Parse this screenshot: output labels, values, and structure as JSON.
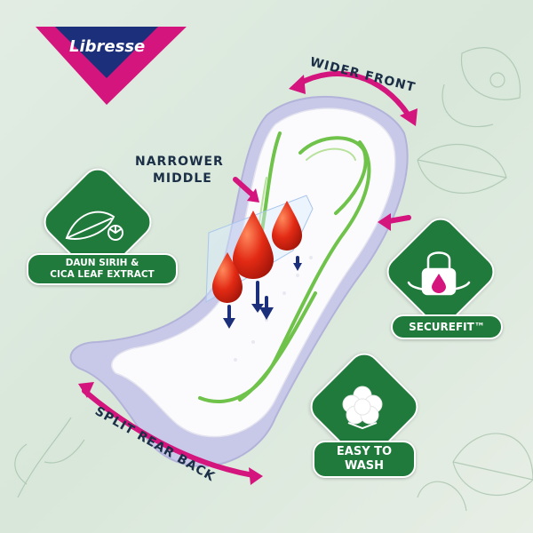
{
  "brand": {
    "name": "Libresse"
  },
  "labels": {
    "wider_front": "WIDER FRONT",
    "narrower_middle_1": "NARROWER",
    "narrower_middle_2": "MIDDLE",
    "split_rear_back": "SPLIT REAR BACK"
  },
  "features": {
    "daun_sirih_1": "DAUN SIRIH &",
    "daun_sirih_2": "CICA LEAF EXTRACT",
    "securefit": "SECUREFIT™",
    "easy_wash_1": "EASY TO",
    "easy_wash_2": "WASH"
  },
  "colors": {
    "background": "#dfe9df",
    "brand_magenta": "#d3157d",
    "brand_navy": "#1c2f7a",
    "feature_green": "#1f7a3c",
    "text_navy": "#1b2f47",
    "drop_red": "#e22a14",
    "pad_lavender": "#c7c7e6",
    "pad_green_stripe": "#6fc24a"
  },
  "icons": [
    "leaf-icon",
    "padlock-drop-icon",
    "cotton-flower-icon",
    "blood-drop-icon",
    "down-arrow-icon"
  ]
}
